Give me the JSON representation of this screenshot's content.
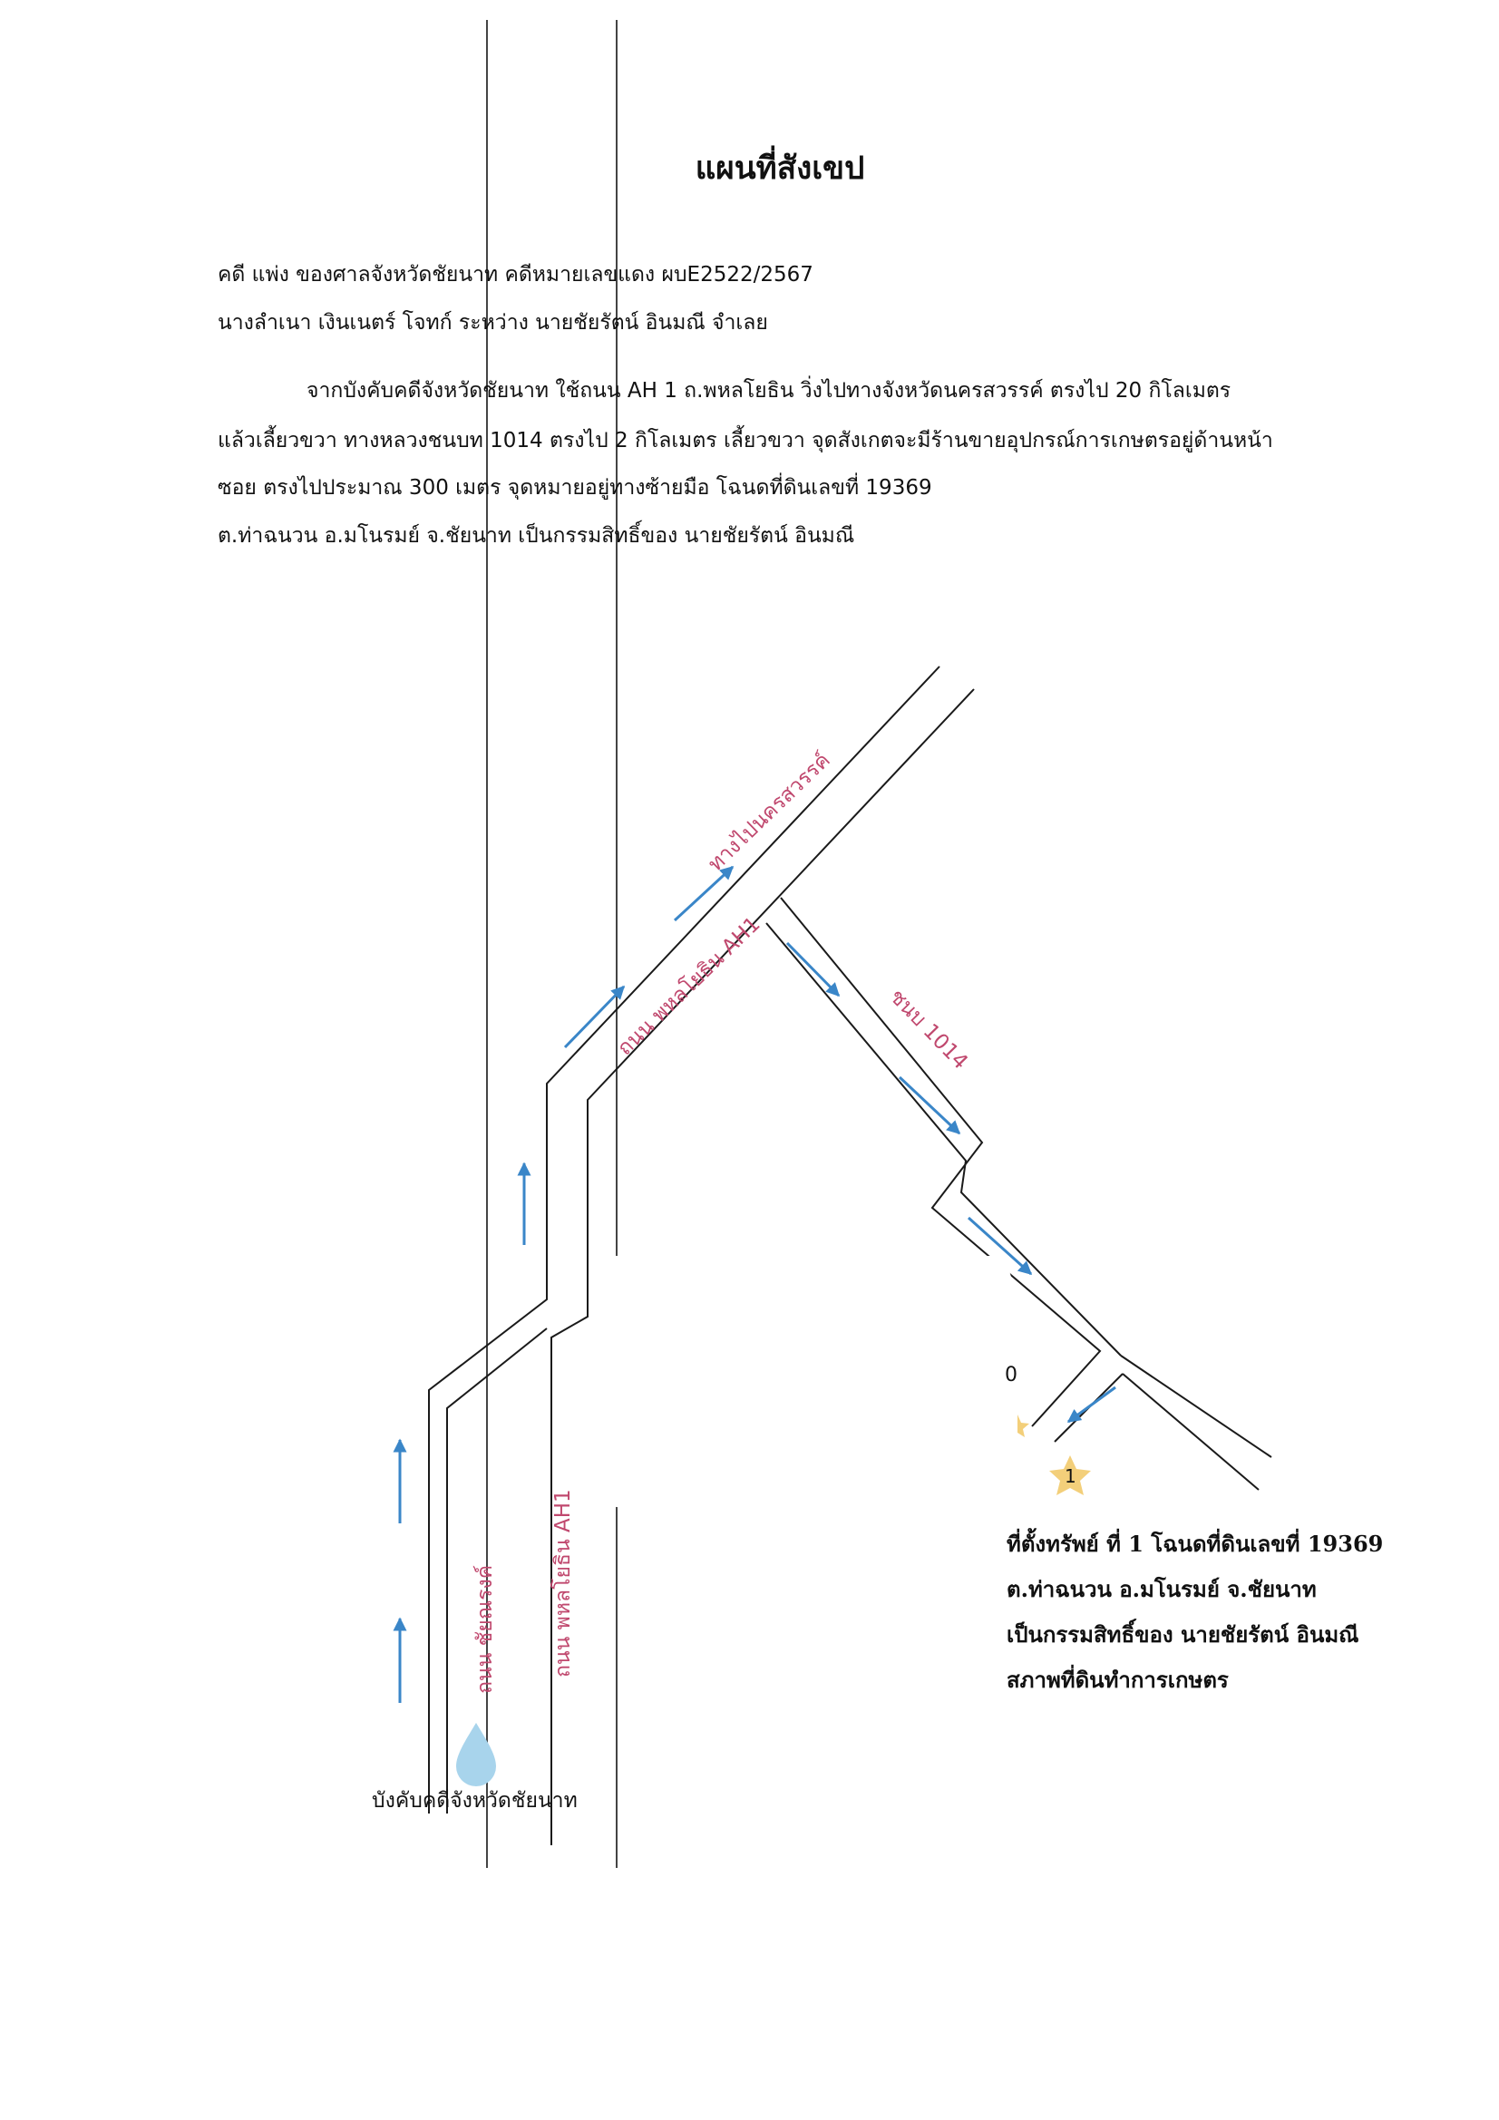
{
  "header": {
    "title": "แผนที่สังเขป",
    "lines": [
      "คดี แพ่ง ของศาลจังหวัดชัยนาท คดีหมายเลขแดง ผบE2522/2567",
      "นางลำเนา เงินเนตร์ โจทก์ ระหว่าง  นายชัยรัตน์ อินมณี จำเลย",
      "จากบังคับคดีจังหวัดชัยนาท ใช้ถนน AH 1 ถ.พหลโยธิน วิ่งไปทางจังหวัดนครสวรรค์ ตรงไป 20 กิโลเมตร",
      "แล้วเลี้ยวขวา ทางหลวงชนบท 1014 ตรงไป 2 กิโลเมตร เลี้ยวขวา จุดสังเกตจะมีร้านขายอุปกรณ์การเกษตรอยู่ด้านหน้า",
      "ซอย ตรงไปประมาณ 300 เมตร จุดหมายอยู่ทางซ้ายมือ โฉนดที่ดินเลขที่ 19369",
      "ต.ท่าฉนวน อ.มโนรมย์ จ.ชัยนาท เป็นกรรมสิทธิ์ของ นายชัยรัตน์ อินมณี"
    ]
  },
  "map": {
    "labels": {
      "to_nakhon_sawan": "ทางไปนครสวรรค์",
      "phahonyothin_upper": "ถนน พหลโยธิน AH1",
      "rural_1014": "ชนบ 1014",
      "chaiyanarong": "ถนน ชัยณรงค์",
      "phahonyothin_lower": "ถนน พหลโยธิน AH1",
      "origin": "บังคับคดีจังหวัดชัยนาท",
      "marker_number": "1",
      "partial_marker_text": "0"
    },
    "colors": {
      "road": "#1a1a1a",
      "arrow": "#3a86c8",
      "label": "#c0486e",
      "marker": "#f3cf7a",
      "drop": "#a8d4ec"
    }
  },
  "property": {
    "lines": [
      "ที่ตั้งทรัพย์ ที่ 1 โฉนดที่ดินเลขที่ 19369",
      "ต.ท่าฉนวน อ.มโนรมย์ จ.ชัยนาท",
      "เป็นกรรมสิทธิ์ของ นายชัยรัตน์ อินมณี",
      "สภาพที่ดินทำการเกษตร"
    ]
  }
}
